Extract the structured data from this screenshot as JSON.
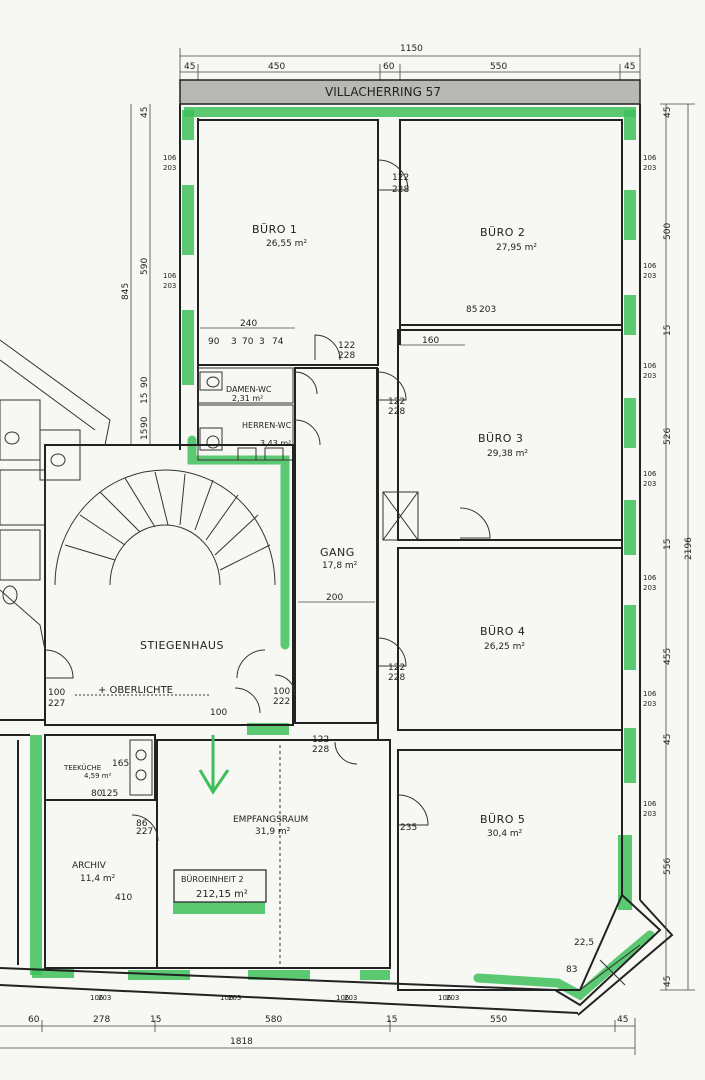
{
  "street_label": "VILLACHERRING 57",
  "dims_top": {
    "total": "1150",
    "a": "45",
    "b": "450",
    "c": "60",
    "d": "550",
    "e": "45"
  },
  "dims_bottom": {
    "total": "1818",
    "a": "60",
    "b": "278",
    "c": "15",
    "d": "580",
    "e": "15",
    "f": "550",
    "g": "45"
  },
  "dims_right": {
    "total": "2196",
    "a": "45",
    "b": "500",
    "c": "15",
    "d": "526",
    "e": "15",
    "f": "455",
    "g": "45",
    "h": "556",
    "i": "45"
  },
  "dims_left": {
    "a": "45",
    "b": "590",
    "c": "845",
    "d": "90",
    "e": "15",
    "f": "90",
    "g": "15"
  },
  "rooms": {
    "buero1": {
      "name": "BÜRO 1",
      "area": "26,55 m²"
    },
    "buero2": {
      "name": "BÜRO 2",
      "area": "27,95 m²"
    },
    "buero3": {
      "name": "BÜRO 3",
      "area": "29,38 m²"
    },
    "buero4": {
      "name": "BÜRO 4",
      "area": "26,25 m²"
    },
    "buero5": {
      "name": "BÜRO 5",
      "area": "30,4 m²"
    },
    "gang": {
      "name": "GANG",
      "area": "17,8 m²",
      "width": "200"
    },
    "stiegenhaus": {
      "name": "STIEGENHAUS"
    },
    "oberlichte": "+ OBERLICHTE",
    "damen_wc": {
      "name": "DAMEN-WC",
      "area": "2,31 m²"
    },
    "herren_wc": {
      "name": "HERREN-WC",
      "area": "3,43 m²"
    },
    "teekueche": {
      "name": "TEEKÜCHE",
      "area": "4,59 m²"
    },
    "archiv": {
      "name": "ARCHIV",
      "area": "11,4 m²",
      "dim": "410"
    },
    "empfang": {
      "name": "EMPFANGSRAUM",
      "area": "31,9 m²"
    },
    "bueroeinheit": {
      "name": "BÜROEINHEIT 2",
      "area": "212,15 m²"
    }
  },
  "window_labels": {
    "top": "106",
    "bottom": "203"
  },
  "door_labels": {
    "w": "122",
    "h": "228"
  },
  "misc_dims": {
    "d240": "240",
    "d90": "90",
    "d3": "3",
    "d70": "70",
    "d74": "74",
    "d160": "160",
    "d85": "85",
    "d203": "203",
    "d100": "100",
    "d227": "227",
    "d100b": "100",
    "d222": "222",
    "d86": "86",
    "d165": "165",
    "d125": "125",
    "d80": "80",
    "d225": "22,5",
    "d83": "83",
    "d235": "235"
  }
}
